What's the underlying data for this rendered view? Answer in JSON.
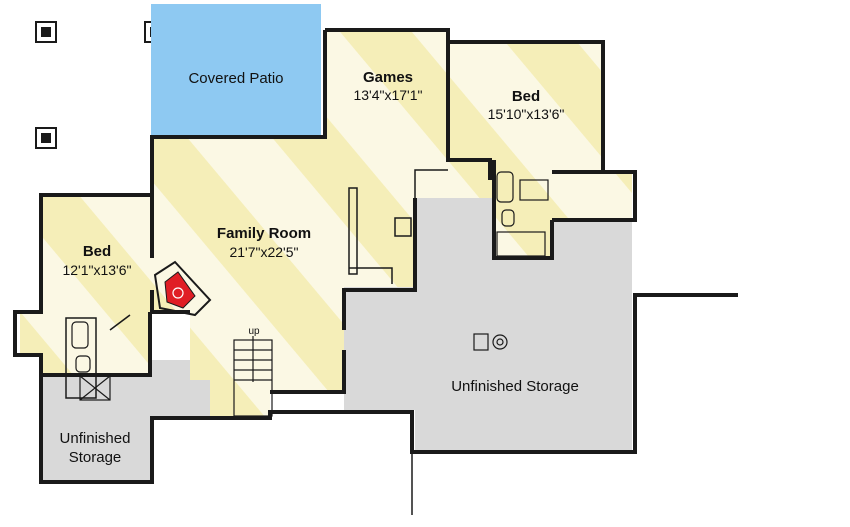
{
  "rooms": {
    "covered_patio": {
      "name": "Covered Patio"
    },
    "games": {
      "name": "Games",
      "dims": "13'4\"x17'1\""
    },
    "bed_right": {
      "name": "Bed",
      "dims": "15'10\"x13'6\""
    },
    "family_room": {
      "name": "Family Room",
      "dims": "21'7\"x22'5\""
    },
    "bed_left": {
      "name": "Bed",
      "dims": "12'1\"x13'6\""
    },
    "unfinished_storage_right": {
      "name": "Unfinished Storage"
    },
    "unfinished_storage_left": {
      "line1": "Unfinished",
      "line2": "Storage"
    }
  },
  "stairs": {
    "label": "up"
  },
  "colors": {
    "patio": "#8ec9f2",
    "finished": "#fbf7df",
    "stripe": "#f7efb7",
    "unfinished": "#d9d9d9",
    "wall": "#1a1a1a",
    "fireplace": "#e01e25"
  }
}
